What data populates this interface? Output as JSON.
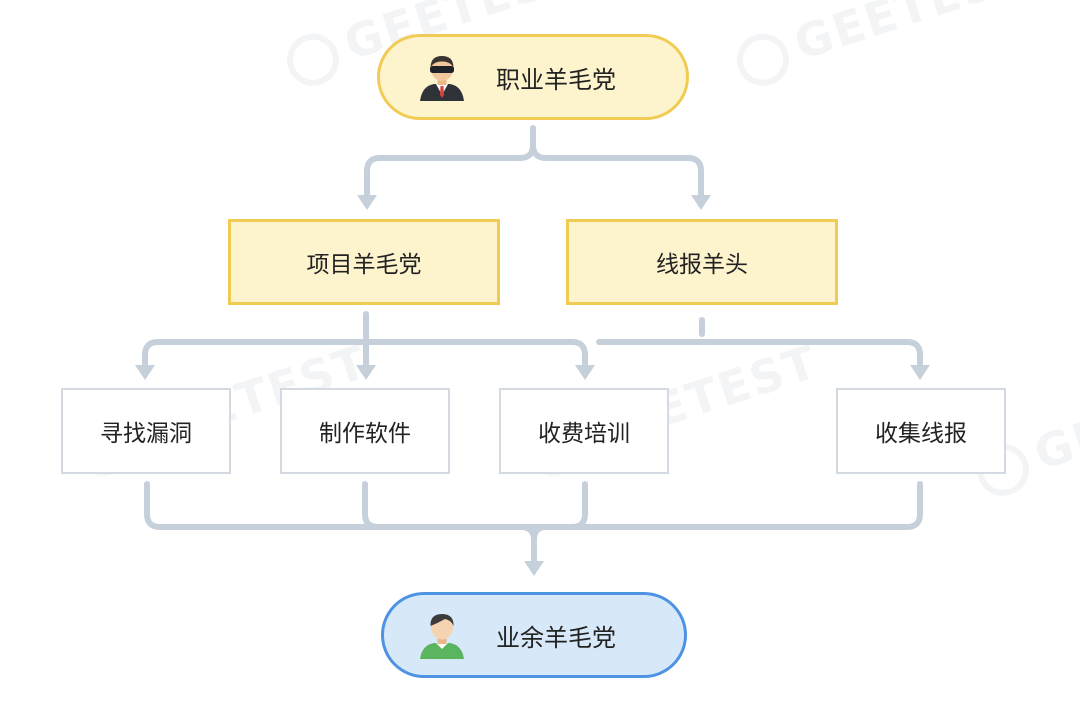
{
  "diagram": {
    "top": {
      "label": "职业羊毛党",
      "avatar": "sunglasses-man-icon"
    },
    "middle": [
      {
        "label": "项目羊毛党"
      },
      {
        "label": "线报羊头"
      }
    ],
    "leaves": [
      {
        "label": "寻找漏洞"
      },
      {
        "label": "制作软件"
      },
      {
        "label": "收费培训"
      },
      {
        "label": "收集线报"
      }
    ],
    "bottom": {
      "label": "业余羊毛党",
      "avatar": "green-shirt-person-icon"
    }
  },
  "watermark": "GEETEST",
  "colors": {
    "yellow_fill": "#fdf3cd",
    "yellow_border": "#f1cc54",
    "blue_fill": "#d7e8f9",
    "blue_border": "#4e93e2",
    "leaf_border": "#d3dae2",
    "connector": "#c5d0db"
  }
}
